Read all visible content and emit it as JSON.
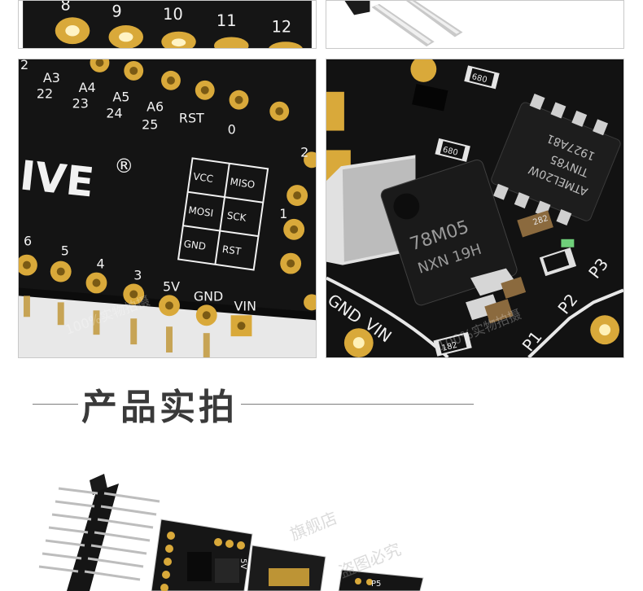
{
  "photos": {
    "top_left": {
      "pin_numbers": [
        "8",
        "9",
        "10",
        "11",
        "12"
      ]
    },
    "mid_left": {
      "top_labels": [
        "2",
        "A3",
        "A4",
        "A5",
        "A6",
        "RST",
        "0"
      ],
      "top_labels_row2": [
        "22",
        "23",
        "24",
        "25"
      ],
      "brand_fragment": "IVE",
      "registered_mark": "®",
      "isp_header_cells": [
        "VCC",
        "MISO",
        "MOSI",
        "SCK",
        "GND",
        "RST"
      ],
      "right_labels": [
        "1",
        "2"
      ],
      "bottom_labels": [
        "6",
        "5",
        "4",
        "3",
        "5V",
        "GND",
        "VIN"
      ]
    },
    "mid_right": {
      "regulator_lines": [
        "78M05",
        "NXN 19H"
      ],
      "mcu_lines": [
        "ATMEL20W",
        "TINY85",
        "1927A81"
      ],
      "resistor_labels": [
        "680",
        "680",
        "282",
        "182"
      ],
      "board_labels": [
        "GND",
        "VIN",
        "P1",
        "P2",
        "P3"
      ]
    },
    "bottom": {
      "labels": [
        "5V",
        "P5"
      ]
    }
  },
  "section_title": "产品实拍",
  "watermarks": [
    "100%实物拍摄",
    "旗舰店",
    "盗图必究"
  ],
  "colors": {
    "pcb": "#141414",
    "gold": "#d9a93a",
    "silkscreen": "#f2f2f2",
    "title_text": "#3a3a3a",
    "rule": "#7d7d7d"
  }
}
